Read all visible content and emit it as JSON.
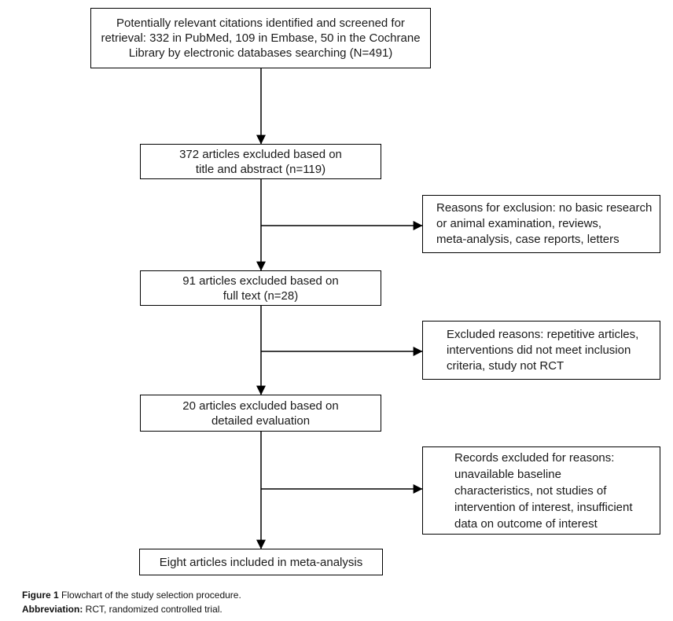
{
  "figure": {
    "colors": {
      "background": "#ffffff",
      "box_border": "#000000",
      "arrow": "#000000",
      "text": "#1a1a1a"
    },
    "boxes": {
      "identification": {
        "lines": [
          "Potentially relevant citations identified and screened for",
          "retrieval: 332 in PubMed, 109 in Embase, 50 in the Cochrane",
          "Library by electronic databases searching (N=491)"
        ]
      },
      "title_abstract_excluded": {
        "lines": [
          "372 articles excluded based on",
          "title and abstract (n=119)"
        ]
      },
      "full_text_excluded": {
        "lines": [
          "91 articles excluded based on",
          "full text (n=28)"
        ]
      },
      "detailed_eval_excluded": {
        "lines": [
          "20 articles excluded based on",
          "detailed evaluation"
        ]
      },
      "included": {
        "lines": [
          "Eight articles included in meta-analysis"
        ]
      },
      "reasons_title_abstract": {
        "lines": [
          "Reasons for exclusion: no basic research",
          "or animal examination, reviews,",
          "meta-analysis, case reports, letters"
        ]
      },
      "reasons_full_text": {
        "lines": [
          "Excluded reasons: repetitive articles,",
          "interventions did not meet inclusion",
          "criteria, study not RCT"
        ]
      },
      "reasons_detailed_eval": {
        "lines": [
          "Records excluded for reasons:",
          "unavailable baseline",
          "characteristics, not studies of",
          "intervention of interest, insufficient",
          "data on outcome of interest"
        ]
      }
    },
    "caption": {
      "figure_label": "Figure 1",
      "figure_text": " Flowchart of the study selection procedure.",
      "abbrev_label": "Abbreviation:",
      "abbrev_text": " RCT, randomized controlled trial."
    }
  }
}
